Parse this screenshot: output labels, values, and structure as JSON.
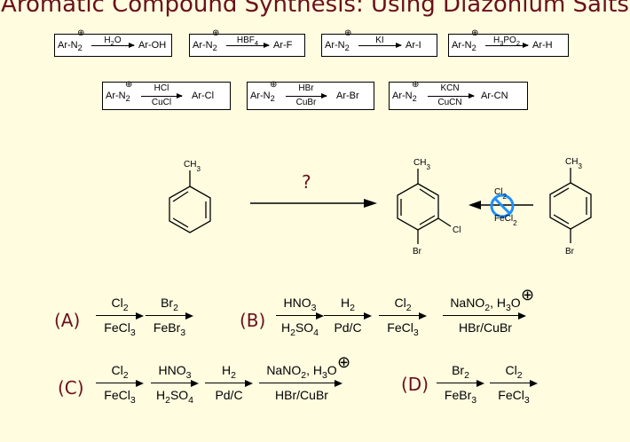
{
  "title": "Aromatic Compound Synthesis: Using Diazonium Salts",
  "reference_reactions": [
    {
      "lhs": "Ar-N",
      "lhs_sub": "2",
      "top": "H2O",
      "bottom": "",
      "rhs": "Ar-OH"
    },
    {
      "lhs": "Ar-N",
      "lhs_sub": "2",
      "top": "HBF4",
      "bottom": "",
      "rhs": "Ar-F"
    },
    {
      "lhs": "Ar-N",
      "lhs_sub": "2",
      "top": "KI",
      "bottom": "",
      "rhs": "Ar-I"
    },
    {
      "lhs": "Ar-N",
      "lhs_sub": "2",
      "top": "H3PO2",
      "bottom": "",
      "rhs": "Ar-H"
    },
    {
      "lhs": "Ar-N",
      "lhs_sub": "2",
      "top": "HCl",
      "bottom": "CuCl",
      "rhs": "Ar-Cl"
    },
    {
      "lhs": "Ar-N",
      "lhs_sub": "2",
      "top": "HBr",
      "bottom": "CuBr",
      "rhs": "Ar-Br"
    },
    {
      "lhs": "Ar-N",
      "lhs_sub": "2",
      "top": "KCN",
      "bottom": "CuCN",
      "rhs": "Ar-CN"
    }
  ],
  "scheme": {
    "start_label": "CH3",
    "question": "?",
    "product_labels": {
      "methyl": "CH3",
      "chloro": "Cl",
      "bromo": "Br"
    },
    "blocked_reagents": {
      "top": "Cl2",
      "bottom": "FeCl2"
    },
    "side_labels": {
      "methyl": "CH3",
      "bromo": "Br"
    }
  },
  "options": [
    {
      "letter": "(A)",
      "steps": [
        {
          "top": "Cl2",
          "bottom": "FeCl3"
        },
        {
          "top": "Br2",
          "bottom": "FeBr3"
        }
      ]
    },
    {
      "letter": "(B)",
      "steps": [
        {
          "top": "HNO3",
          "bottom": "H2SO4"
        },
        {
          "top": "H2",
          "bottom": "Pd/C"
        },
        {
          "top": "Cl2",
          "bottom": "FeCl3"
        },
        {
          "top": "NaNO2, H3O",
          "bottom": "HBr/CuBr"
        }
      ]
    },
    {
      "letter": "(C)",
      "steps": [
        {
          "top": "Cl2",
          "bottom": "FeCl3"
        },
        {
          "top": "HNO3",
          "bottom": "H2SO4"
        },
        {
          "top": "H2",
          "bottom": "Pd/C"
        },
        {
          "top": "NaNO2, H3O",
          "bottom": "HBr/CuBr"
        }
      ]
    },
    {
      "letter": "(D)",
      "steps": [
        {
          "top": "Br2",
          "bottom": "FeBr3"
        },
        {
          "top": "Cl2",
          "bottom": "FeCl3"
        }
      ]
    }
  ],
  "colors": {
    "background": "#fffce0",
    "title": "#6b0f1a",
    "accent": "#1e90ff"
  }
}
